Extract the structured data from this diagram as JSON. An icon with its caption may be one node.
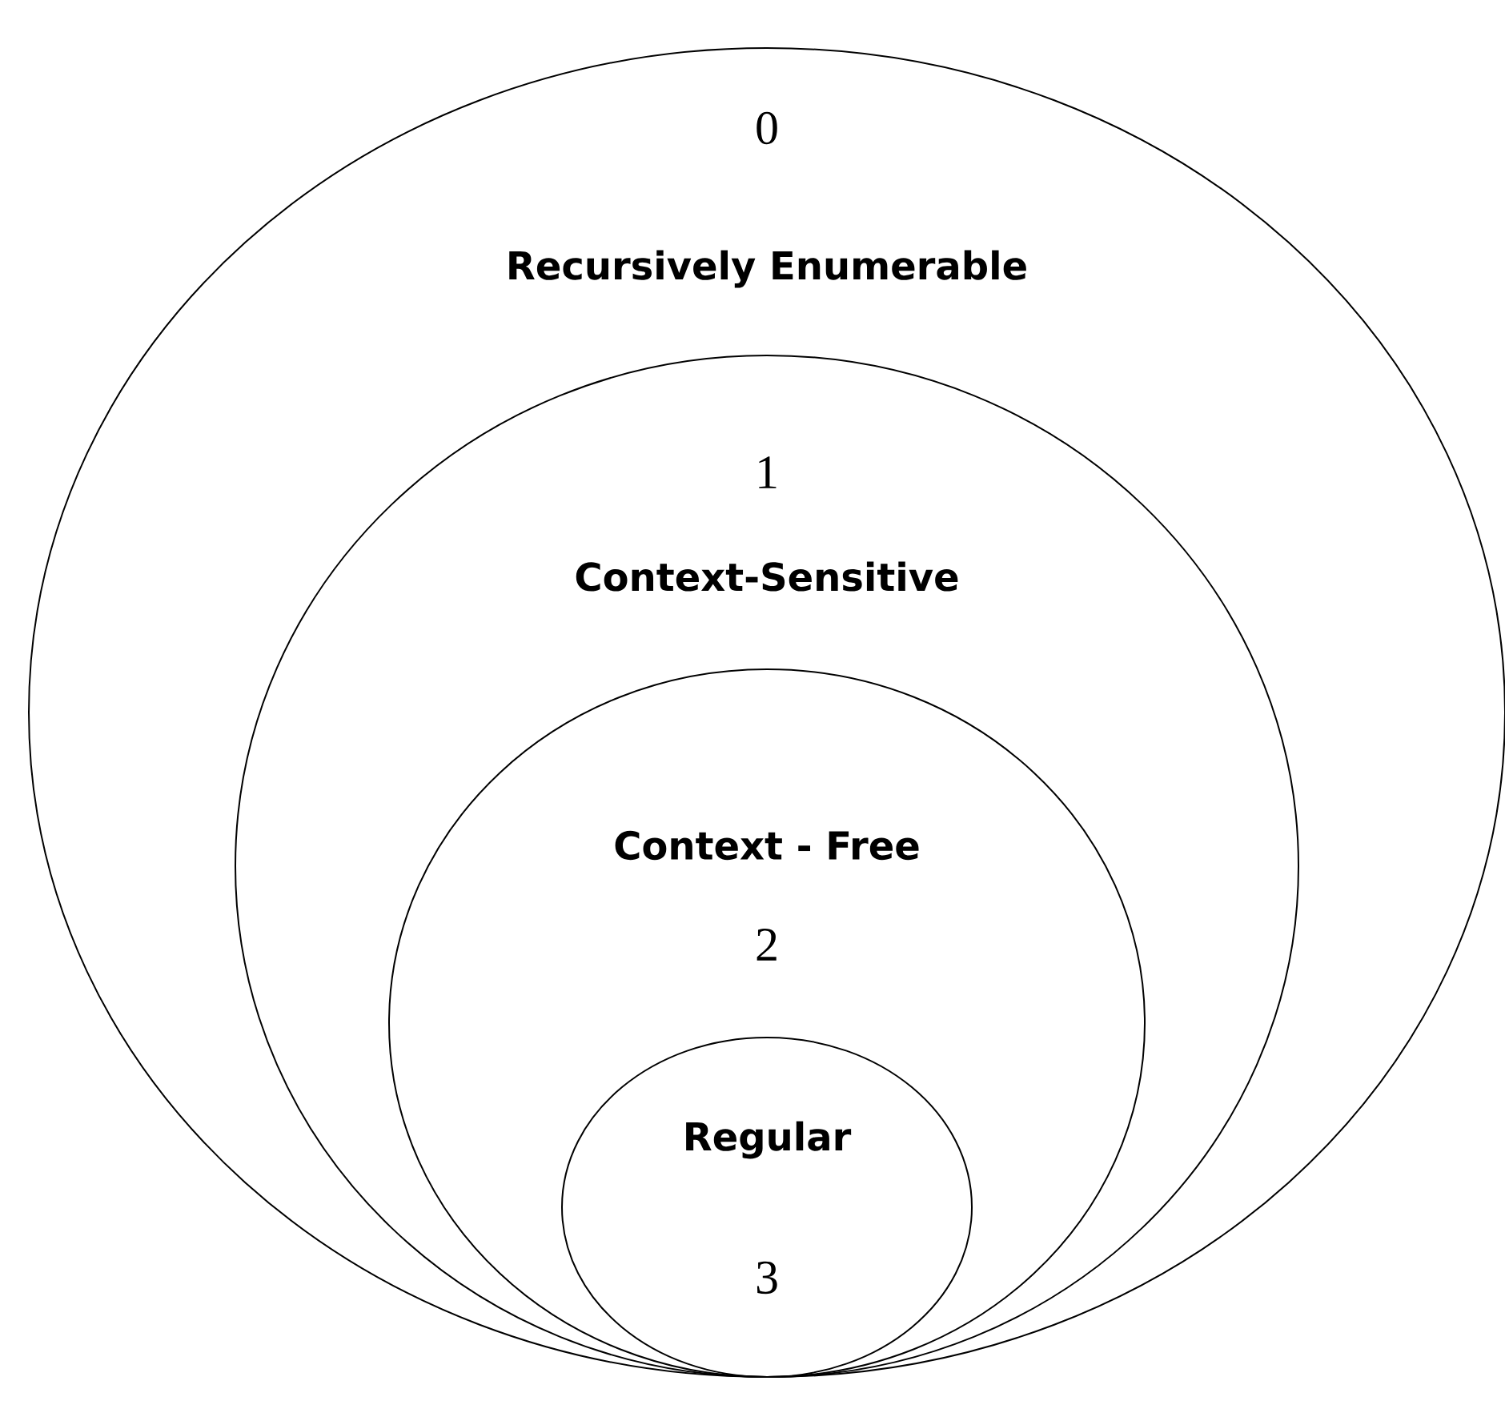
{
  "diagram": {
    "nodes": [
      {
        "text": [
          "0",
          "Recursively Enumerable"
        ]
      },
      {
        "text": [
          "1",
          "Context-Sensitive"
        ],
        "in": 0
      },
      {
        "text": [
          "Context - Free",
          "2"
        ],
        "in": 1
      },
      {
        "text": [
          "Regular",
          "3"
        ],
        "in": 2
      }
    ]
  }
}
